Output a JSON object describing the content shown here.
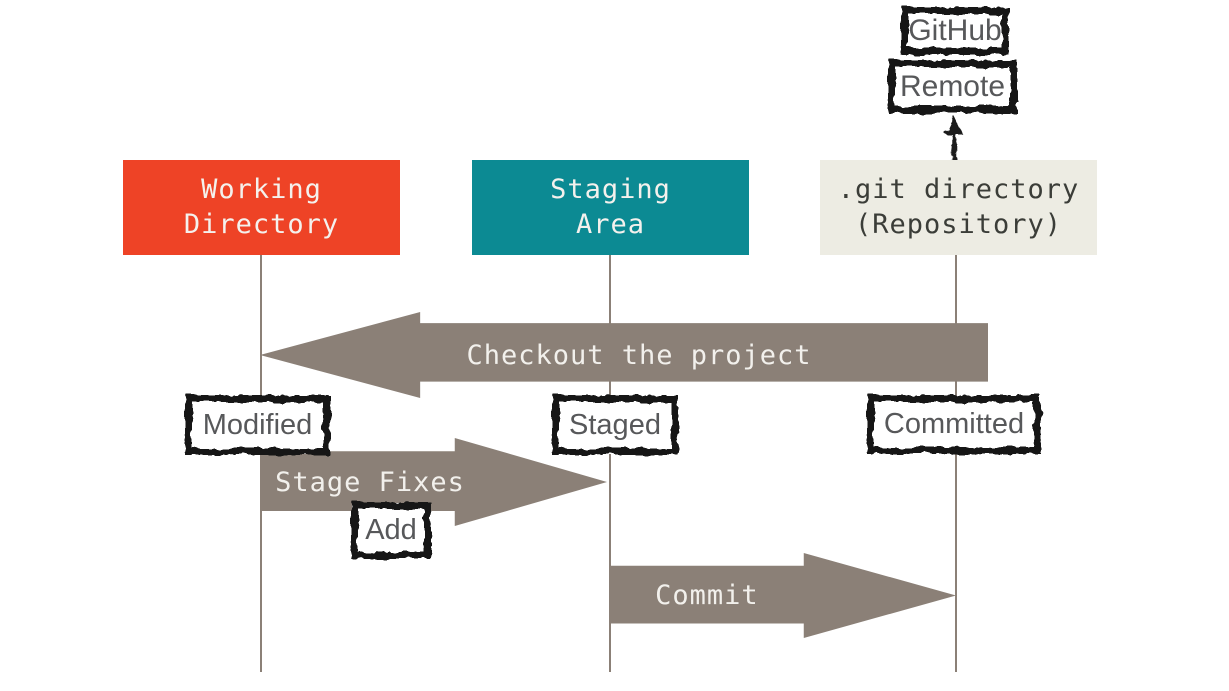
{
  "remote_stack": {
    "github": "GitHub",
    "remote": "Remote"
  },
  "columns": [
    {
      "id": "working-directory",
      "line1": "Working",
      "line2": "Directory",
      "bg": "#ee4326",
      "fg": "#f4f1ed"
    },
    {
      "id": "staging-area",
      "line1": "Staging",
      "line2": "Area",
      "bg": "#0c8a93",
      "fg": "#f4f1ed"
    },
    {
      "id": "git-directory",
      "line1": ".git directory",
      "line2": "(Repository)",
      "bg": "#edece3",
      "fg": "#3b3d38"
    }
  ],
  "arrows": {
    "checkout": {
      "label": "Checkout the project",
      "direction": "left"
    },
    "stage_fixes": {
      "label": "Stage Fixes",
      "direction": "right"
    },
    "commit": {
      "label": "Commit",
      "direction": "right"
    }
  },
  "state_labels": {
    "modified": "Modified",
    "staged": "Staged",
    "committed": "Committed",
    "add": "Add"
  },
  "colors": {
    "arrow_fill": "#8b8077",
    "timeline": "#8b8077",
    "label_text": "#57585a",
    "sketch_border": "#161616",
    "arrow_text": "#f2f0ec"
  }
}
